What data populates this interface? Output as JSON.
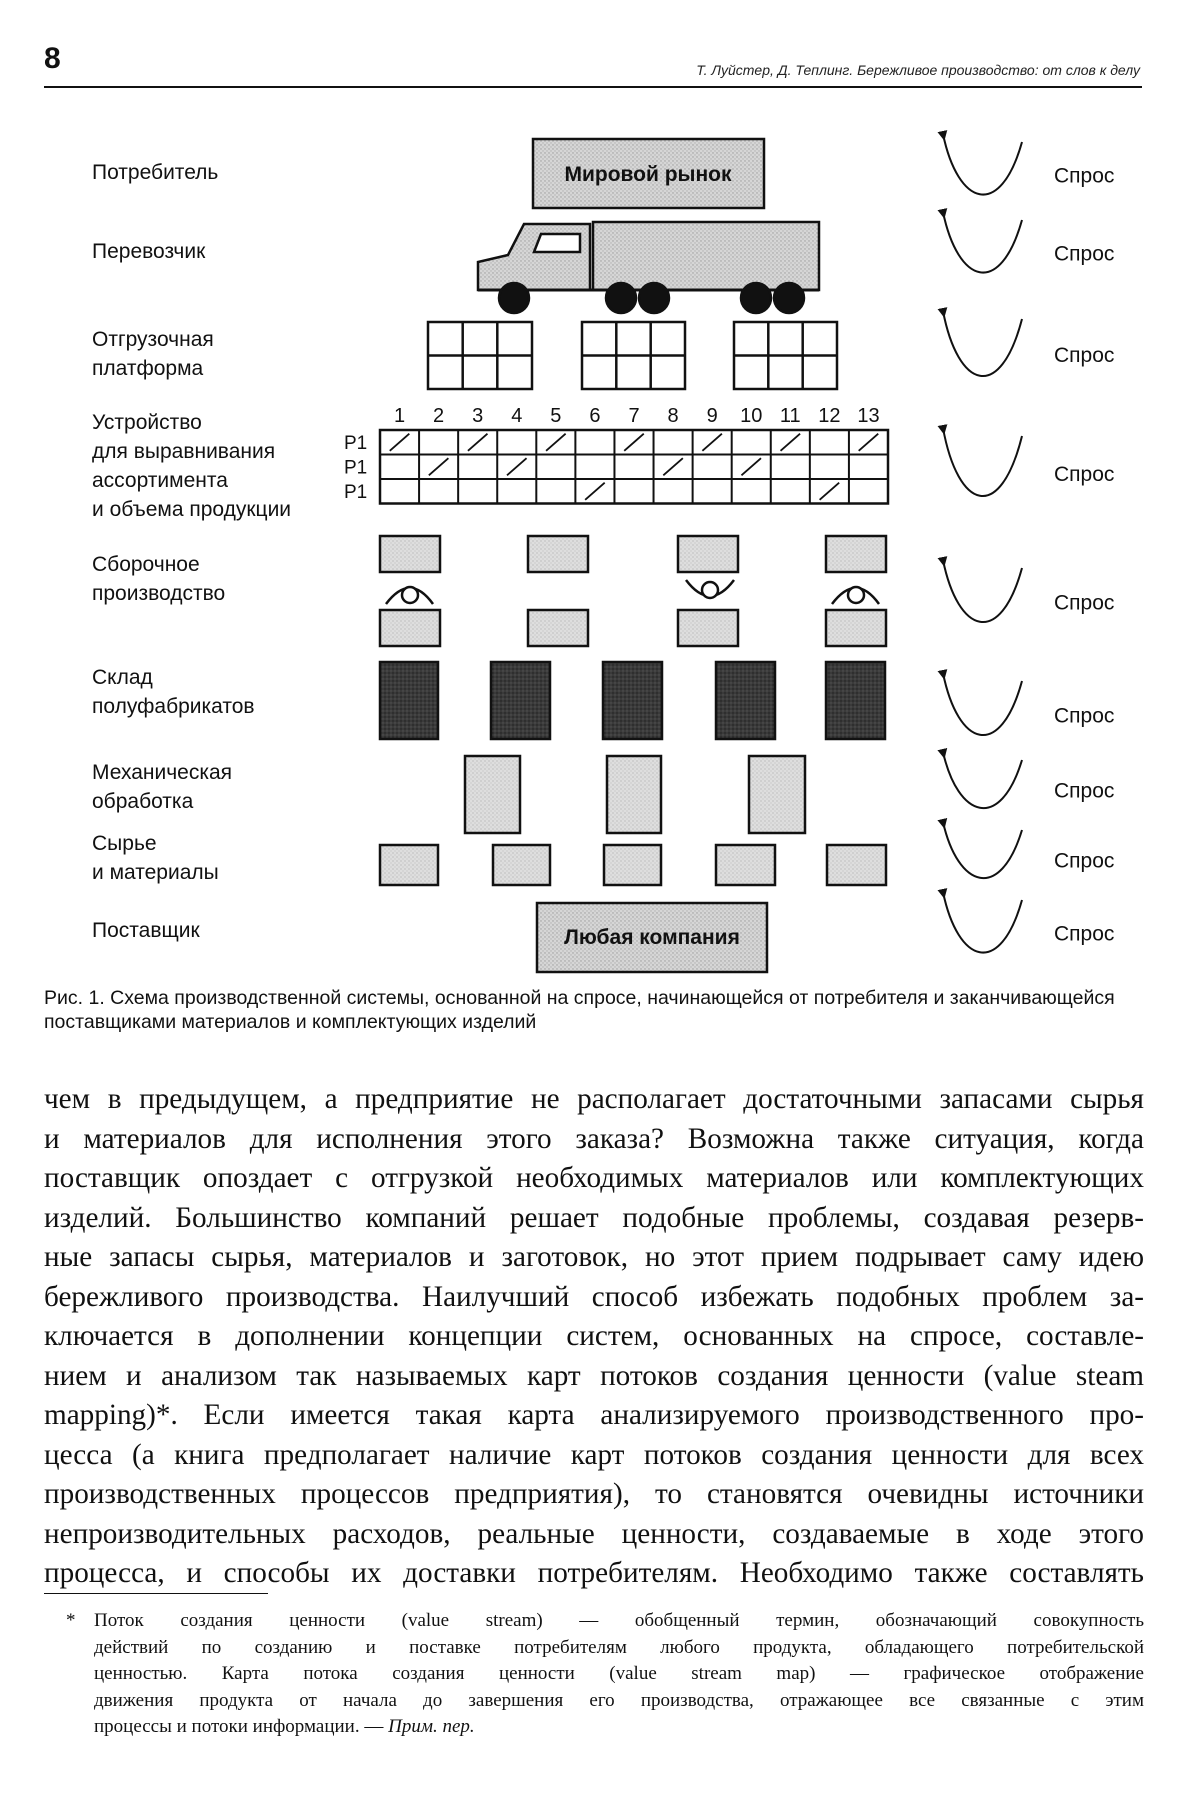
{
  "header": {
    "page_number": "8",
    "running_head": "Т. Лyйстер, Д. Теплинг. Бережливое производство: от слов к делу"
  },
  "figure": {
    "rows": [
      {
        "label": "Потребитель",
        "demand": "Спрос"
      },
      {
        "label": "Перевозчик",
        "demand": "Спрос"
      },
      {
        "label": "Отгрузочная\nплатформа",
        "demand": "Спрос"
      },
      {
        "label": "Устройство\nдля выравнивания\nассортимента\nи объема продукции",
        "demand": "Спрос"
      },
      {
        "label": "Сборочное\nпроизводство",
        "demand": "Спрос"
      },
      {
        "label": "Склад\nполуфабрикатов",
        "demand": "Спрос"
      },
      {
        "label": "Механическая\nобработка",
        "demand": "Спрос"
      },
      {
        "label": "Сырье\nи материалы",
        "demand": "Спрос"
      },
      {
        "label": "Поставщик",
        "demand": "Спрос"
      }
    ],
    "market_box": "Мировой рынок",
    "supplier_box": "Любая компания",
    "slot_numbers": [
      "1",
      "2",
      "3",
      "4",
      "5",
      "6",
      "7",
      "8",
      "9",
      "10",
      "11",
      "12",
      "13"
    ],
    "product_labels": [
      "P1",
      "P1",
      "P1"
    ],
    "caption": "Рис. 1. Схема производственной системы, основанной на спросе, начинающейся от потребителя и заканчивающейся поставщиками материалов и комплектующих изделий"
  },
  "body": {
    "lines": [
      "чем в предыдущем, а предприятие не располагает достаточными запасами сырья",
      "и материалов для исполнения этого заказа? Возможна также ситуация, когда",
      "поставщик опоздает с отгрузкой необходимых материалов или комплектующих",
      "изделий. Большинство компаний решает подобные проблемы, создавая резерв-",
      "ные запасы сырья, материалов и заготовок, но этот прием подрывает саму идею",
      "бережливого производства. Наилучший способ избежать подобных проблем за-",
      "ключается в дополнении концепции систем, основанных на спросе, составле-",
      "нием и анализом так называемых карт потоков создания ценности (value steam",
      "mapping)*. Если имеется такая карта анализируемого производственного про-",
      "цесса (а книга предполагает наличие карт потоков создания ценности для всех",
      "производственных процессов предприятия), то становятся очевидны источники",
      "непроизводительных расходов, реальные ценности, создаваемые в ходе этого",
      "процесса, и способы их доставки потребителям. Необходимо также составлять"
    ]
  },
  "footnote": {
    "mark": "*",
    "lines": [
      "Поток создания ценности (value stream) — обобщенный термин, обозначающий совокупность",
      "действий по созданию и поставке потребителям любого продукта, обладающего потребительской",
      "ценностью. Карта потока создания ценности (value stream map) — графическое отображение",
      "движения продукта от начала до завершения его производства, отражающее все связанные с этим"
    ],
    "last_line": "процессы и потоки информации. — ",
    "note": "Прим. пер."
  }
}
